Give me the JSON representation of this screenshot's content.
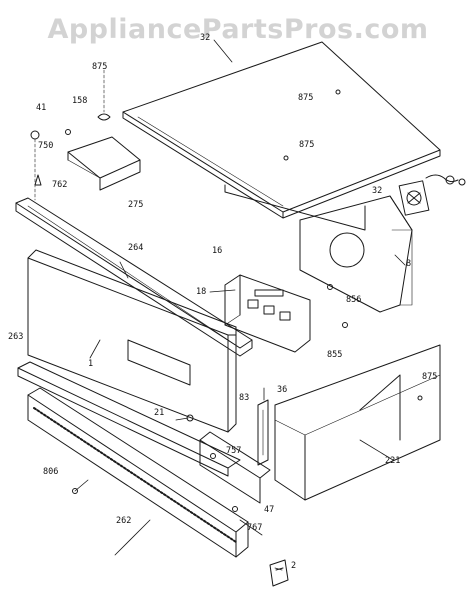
{
  "watermark": "AppliancePartsPros.com",
  "colors": {
    "ink": "#1a1a1a",
    "background": "#ffffff",
    "watermark": "#afafaf"
  },
  "callouts": {
    "c32a": "32",
    "c875a": "875",
    "c875b": "875",
    "c875c": "875",
    "c41": "41",
    "c158": "158",
    "c750": "750",
    "c762": "762",
    "c275": "275",
    "c264": "264",
    "c16": "16",
    "c18": "18",
    "c32b": "32",
    "c8": "8",
    "c856": "856",
    "c855": "855",
    "c263": "263",
    "c1": "1",
    "c21": "21",
    "c83": "83",
    "c36": "36",
    "c875d": "875",
    "c757": "757",
    "c806": "806",
    "c221": "221",
    "c47": "47",
    "c262": "262",
    "c767": "767",
    "c2": "2"
  }
}
